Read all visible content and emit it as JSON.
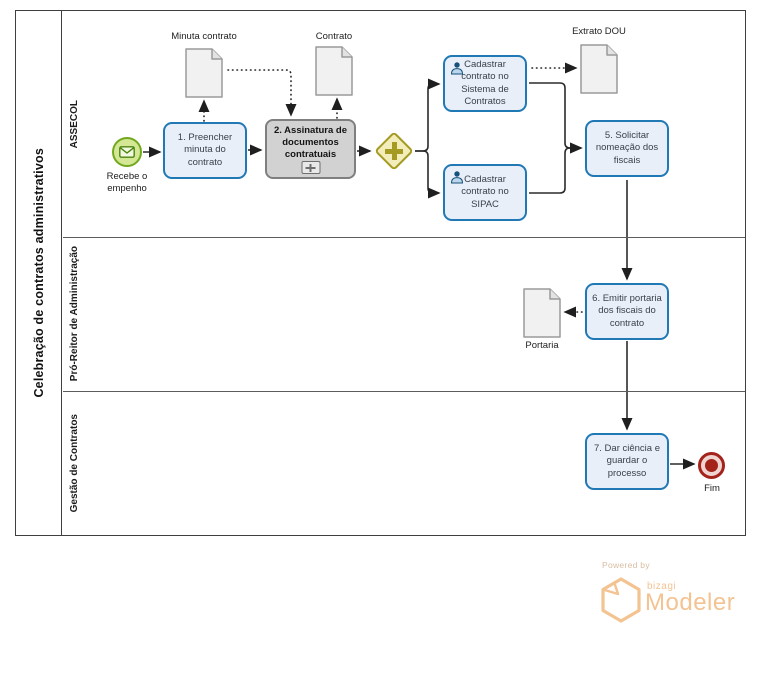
{
  "diagram": {
    "pool_title": "Celebração de contratos administrativos",
    "lanes": [
      "ASSECOL",
      "Pró-Reitor de Administração",
      "Gestão de Contratos"
    ]
  },
  "events": {
    "start": {
      "label": "Recebe o empenho",
      "type": "message-start"
    },
    "end": {
      "label": "Fim",
      "type": "end"
    }
  },
  "tasks": {
    "t1": "1. Preencher minuta do contrato",
    "t2": "2. Assinatura de documentos contratuais",
    "t3": "Cadastrar contrato no Sistema de Contratos",
    "t4": "Cadastrar contrato no SIPAC",
    "t5": "5. Solicitar nomeação dos fiscais",
    "t6": "6. Emitir portaria dos fiscais do contrato",
    "t7": "7. Dar ciência e guardar o processo"
  },
  "documents": {
    "minuta": "Minuta contrato",
    "contrato": "Contrato",
    "extrato": "Extrato DOU",
    "portaria": "Portaria"
  },
  "gateway": {
    "type": "parallel"
  },
  "branding": {
    "powered_by": "Powered by",
    "brand": "bizagi",
    "product": "Modeler"
  },
  "colors": {
    "task_border": "#2079b5",
    "task_fill": "#e9eff9",
    "subprocess_border": "#7f7f7f",
    "subprocess_fill": "#d2d2d2",
    "gateway_border": "#a59b23",
    "gateway_fill": "#f2edbb",
    "start_border": "#72a81e",
    "start_fill": "#d3e794",
    "end_color": "#a3231b",
    "document_fill": "#f1f1f1",
    "document_border": "#9a9a9a",
    "logo_orange": "#f3c392"
  }
}
